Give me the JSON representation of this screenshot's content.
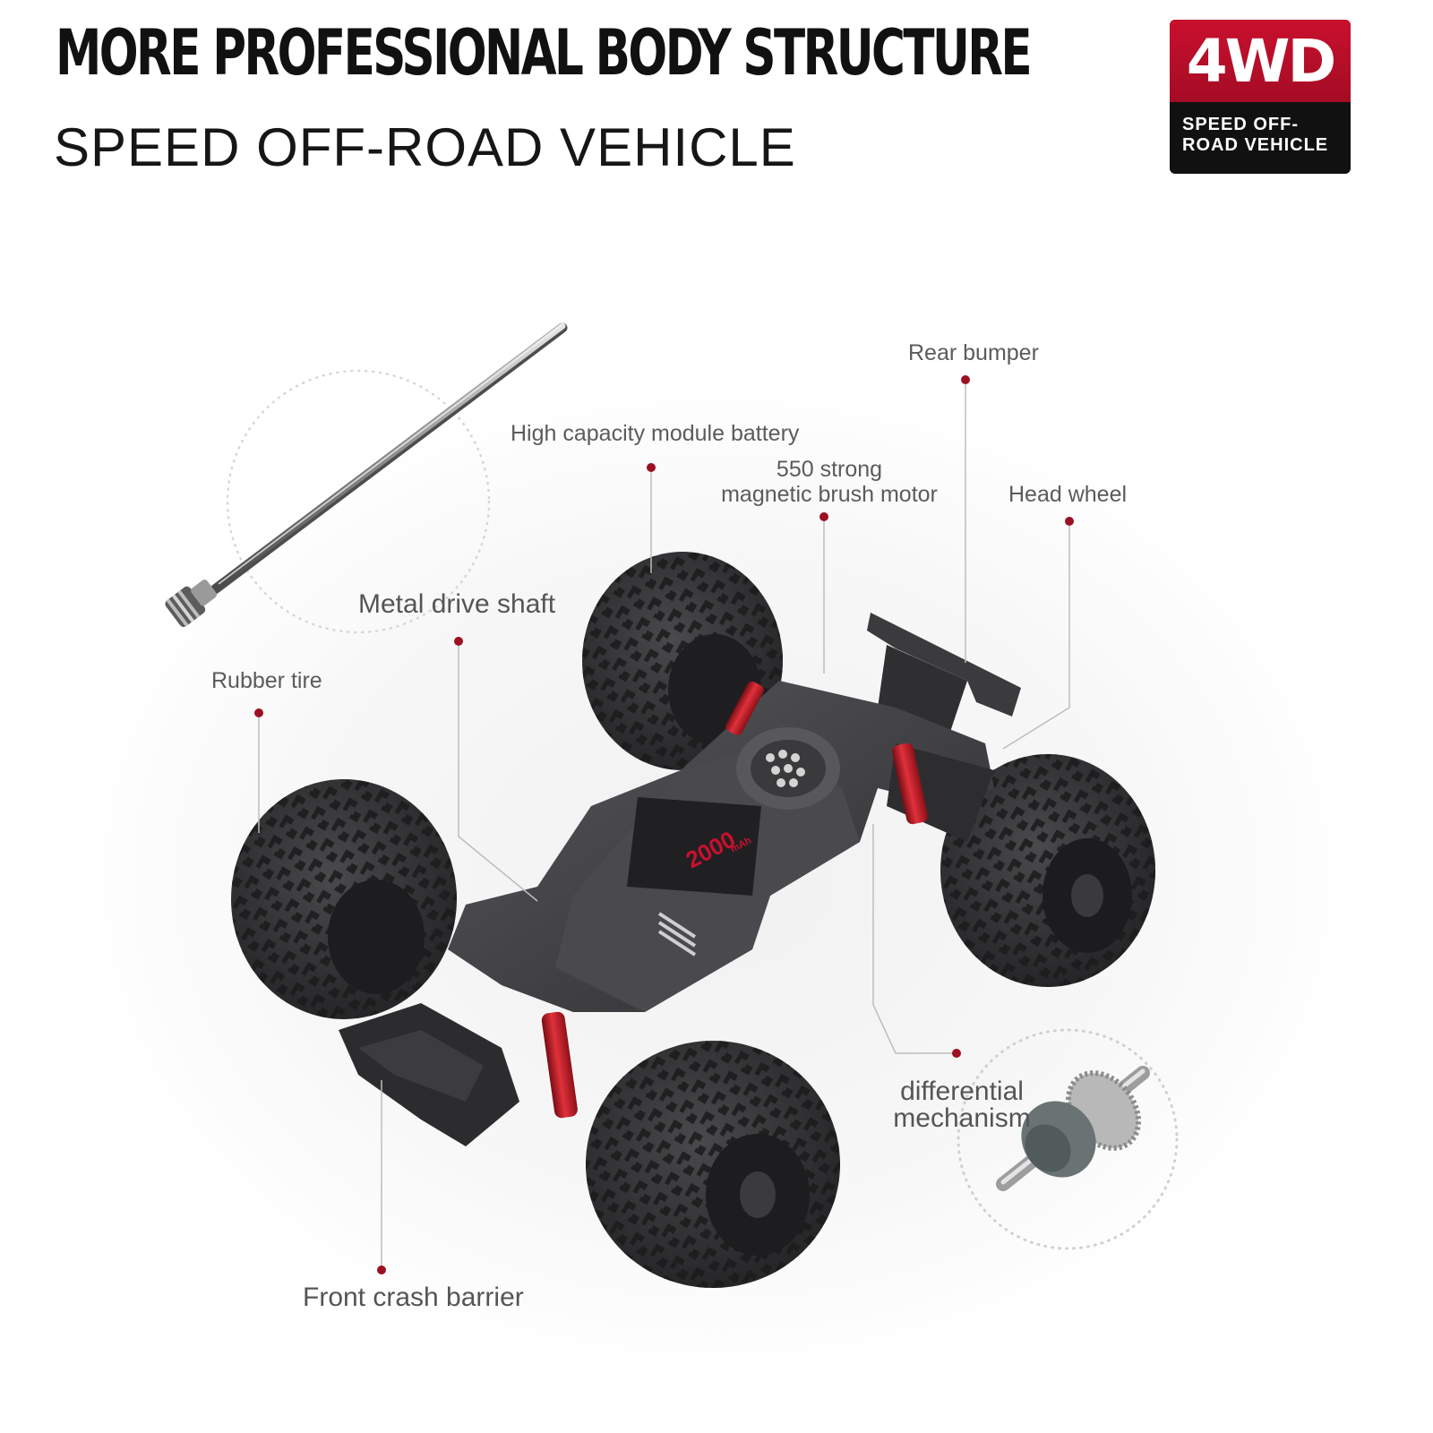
{
  "header": {
    "headline": "MORE PROFESSIONAL BODY STRUCTURE",
    "subheadline": "SPEED OFF-ROAD VEHICLE"
  },
  "badge": {
    "title": "4WD",
    "line1": "SPEED OFF-",
    "line2": "ROAD VEHICLE"
  },
  "callouts": {
    "rear_bumper": "Rear bumper",
    "battery": "High capacity module battery",
    "motor_line1": "550 strong",
    "motor_line2": "magnetic brush motor",
    "head_wheel": "Head wheel",
    "drive_shaft": "Metal drive shaft",
    "rubber_tire": "Rubber tire",
    "differential_line1": "differential",
    "differential_line2": "mechanism",
    "front_barrier": "Front crash barrier"
  },
  "product": {
    "battery_capacity": "2000",
    "battery_unit": "mAh"
  },
  "colors": {
    "accent_red": "#c8102e",
    "leader_dot": "#9b1022",
    "leader_line": "#bdbdbd",
    "chassis_dark": "#3a3a3d",
    "tire": "#2e2e30",
    "shock_red": "#d21f2a"
  }
}
